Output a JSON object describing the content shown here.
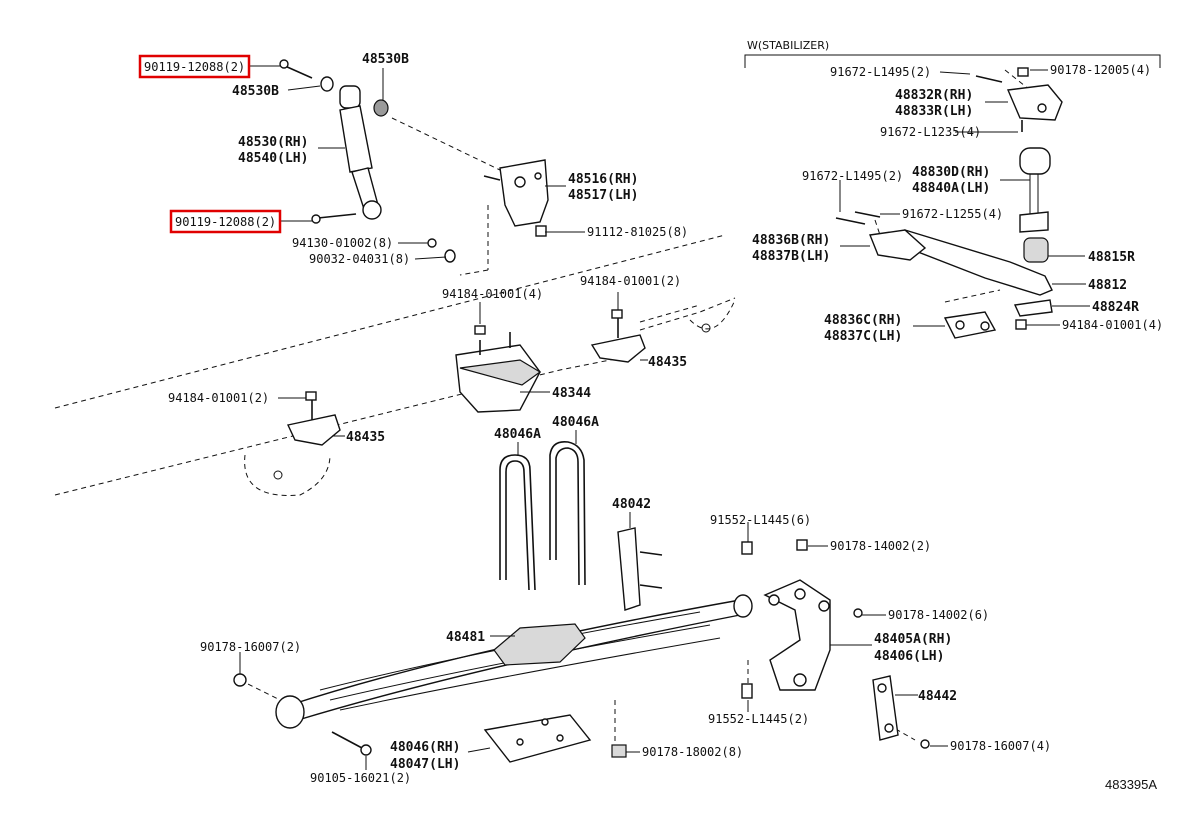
{
  "header": {
    "stabilizer_group": "W(STABILIZER)"
  },
  "illustration_code": "483395A",
  "labels": {
    "bolt_upper_shock": "90119-12088(2)",
    "bolt_lower_shock": "90119-12088(2)",
    "cushion_upper": "48530B",
    "cushion_retainer": "48530B",
    "shock_rh": "48530(RH)",
    "shock_lh": "48540(LH)",
    "bracket_rh": "48516(RH)",
    "bracket_lh": "48517(LH)",
    "bolt_bracket": "91112-81025(8)",
    "nut_shock": "94130-01002(8)",
    "washer_shock": "90032-04031(8)",
    "nut_stopper_a": "94184-01001(4)",
    "nut_stopper_b": "94184-01001(2)",
    "nut_stopper_c": "94184-01001(2)",
    "stopper_main": "48344",
    "stopper_right": "48435",
    "stopper_left": "48435",
    "u_bolt_a": "48046A",
    "u_bolt_b": "48046A",
    "bolt_stab_top": "91672-L1495(2)",
    "nut_stab_top": "90178-12005(4)",
    "stab_bracket_rh": "48832R(RH)",
    "stab_bracket_lh": "48833R(LH)",
    "bolt_stab_bracket": "91672-L1235(4)",
    "link_rh": "48830D(RH)",
    "link_lh": "48840A(LH)",
    "bolt_link": "91672-L1495(2)",
    "bolt_link_b": "91672-L1255(4)",
    "bracket_stab_rh": "48836B(RH)",
    "bracket_stab_lh": "48837B(LH)",
    "bushing": "48815R",
    "stabilizer_bar": "48812",
    "bushing_bracket": "48824R",
    "link_lower_rh": "48836C(RH)",
    "link_lower_lh": "48837C(LH)",
    "nut_stab_lower": "94184-01001(4)",
    "spring_seat": "48042",
    "bolt_hanger": "91552-L1445(6)",
    "nut_hanger_top": "90178-14002(2)",
    "nut_hanger_side": "90178-14002(6)",
    "hanger_rh": "48405A(RH)",
    "hanger_lh": "48406(LH)",
    "leaf_spring": "48481",
    "shackle": "48442",
    "nut_front_eye": "90178-16007(2)",
    "bolt_lower_hanger": "91552-L1445(2)",
    "nut_seat": "90178-18002(8)",
    "nut_shackle": "90178-16007(4)",
    "seat_rh": "48046(RH)",
    "seat_lh": "48047(LH)",
    "bolt_front_eye": "90105-16021(2)"
  }
}
